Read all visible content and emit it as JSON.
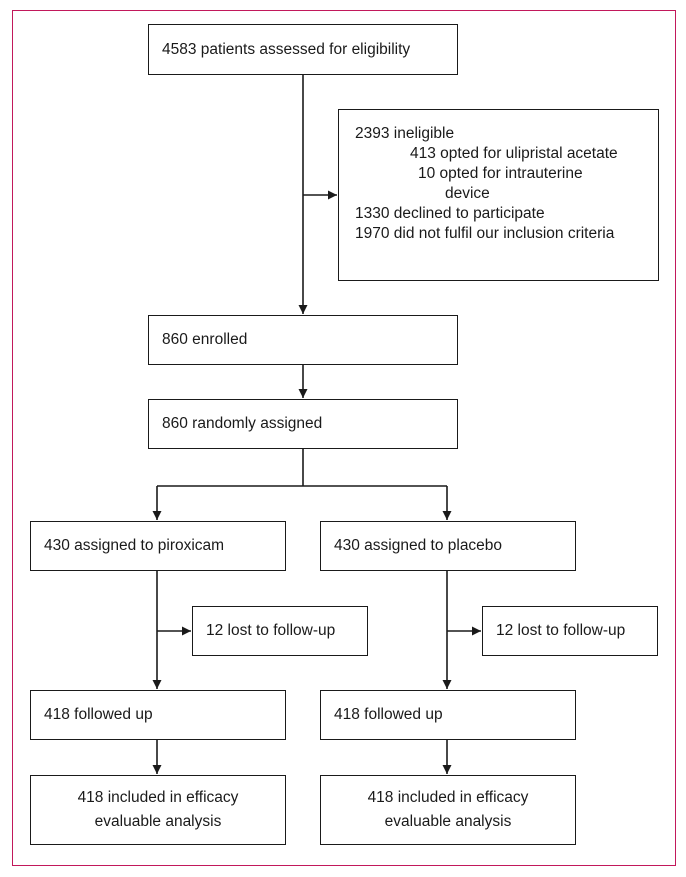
{
  "nodes": {
    "assessed": "4583 patients assessed for eligibility",
    "ineligible": {
      "total": "2393 ineligible",
      "ulipristal": "413 opted for ulipristal acetate",
      "iud_line1": "10 opted for intrauterine",
      "iud_line2": "device",
      "declined": "1330 declined to participate",
      "criteria": "1970 did not fulfil our inclusion criteria"
    },
    "enrolled": "860 enrolled",
    "randomised": "860 randomly assigned",
    "piroxicam": {
      "assigned": "430 assigned to piroxicam",
      "lost": "12 lost to follow-up",
      "followed": "418 followed up",
      "analysis_line1": "418 included in efficacy",
      "analysis_line2": "evaluable analysis"
    },
    "placebo": {
      "assigned": "430 assigned to placebo",
      "lost": "12 lost to follow-up",
      "followed": "418 followed up",
      "analysis_line1": "418 included in efficacy",
      "analysis_line2": "evaluable analysis"
    }
  },
  "colors": {
    "frame": "#c2185b",
    "stroke": "#1a1a1a"
  }
}
